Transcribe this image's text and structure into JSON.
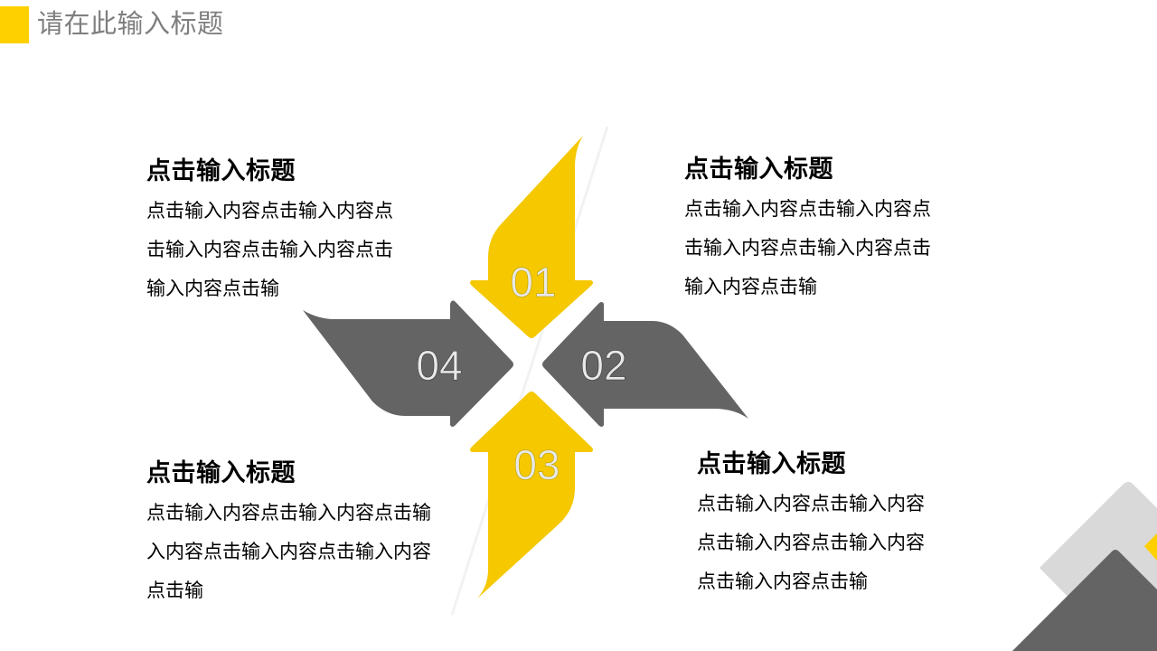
{
  "header": {
    "title": "请在此输入标题",
    "accent_color": "#FFD000"
  },
  "colors": {
    "yellow": "#F5C800",
    "gray": "#646464",
    "light_gray": "#D9D9D9",
    "number_text": "#E8E8E8"
  },
  "steps": [
    {
      "number": "01",
      "direction": "down",
      "color": "yellow"
    },
    {
      "number": "02",
      "direction": "left",
      "color": "gray"
    },
    {
      "number": "03",
      "direction": "up",
      "color": "yellow"
    },
    {
      "number": "04",
      "direction": "right",
      "color": "gray"
    }
  ],
  "blocks": [
    {
      "position": "top-left",
      "heading": "点击输入标题",
      "lines": [
        "点击输入内容点击输入内容点",
        "击输入内容点击输入内容点击",
        "输入内容点击输"
      ]
    },
    {
      "position": "top-right",
      "heading": "点击输入标题",
      "lines": [
        "点击输入内容点击输入内容点",
        "击输入内容点击输入内容点击",
        "输入内容点击输"
      ]
    },
    {
      "position": "bottom-left",
      "heading": "点击输入标题",
      "lines": [
        "点击输入内容点击输入内容点击输",
        "入内容点击输入内容点击输入内容",
        "点击输"
      ]
    },
    {
      "position": "bottom-right",
      "heading": "点击输入标题",
      "lines": [
        "点击输入内容点击输入内容",
        "点击输入内容点击输入内容",
        "点击输入内容点击输"
      ]
    }
  ]
}
